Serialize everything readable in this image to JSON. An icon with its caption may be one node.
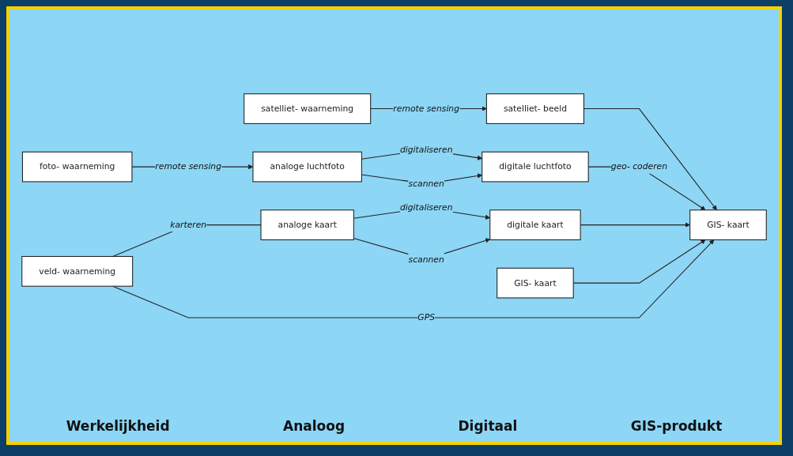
{
  "diagram": {
    "nodes": [
      {
        "text": [
          "satelliet- waarneming"
        ]
      },
      {
        "text": [
          "satelliet- beeld"
        ]
      },
      {
        "text": [
          "GIS- kaart"
        ]
      },
      {
        "text": [
          "foto- waarneming"
        ]
      },
      {
        "text": [
          "analoge luchtfoto"
        ]
      },
      {
        "text": [
          "digitale luchtfoto"
        ]
      },
      {
        "text": [
          "GIS- kaart"
        ]
      },
      {
        "text": [
          "analoge kaart"
        ]
      },
      {
        "text": [
          "digitale kaart"
        ]
      },
      {
        "text": [
          "veld- waarneming"
        ]
      }
    ],
    "edges": [
      {
        "from": 0,
        "to": 1,
        "arrow": "to",
        "label": "remote sensing"
      },
      {
        "from": 3,
        "to": 4,
        "arrow": "to",
        "label": "remote sensing"
      },
      {
        "from": 4,
        "to": 5,
        "arrow": "to",
        "label": "digitaliseren"
      },
      {
        "from": 4,
        "to": 5,
        "arrow": "to",
        "label": "scannen"
      },
      {
        "from": 1,
        "to": 6,
        "arrow": "to"
      },
      {
        "from": 5,
        "to": 6,
        "arrow": "to",
        "label": "geo- coderen"
      },
      {
        "from": 8,
        "to": 6,
        "arrow": "to"
      },
      {
        "from": 2,
        "to": 6,
        "arrow": "to"
      },
      {
        "from": 9,
        "to": 7,
        "arrow": "none",
        "label": "karteren"
      },
      {
        "from": 7,
        "to": 8,
        "arrow": "to",
        "label": "digitaliseren"
      },
      {
        "from": 7,
        "to": 8,
        "arrow": "to",
        "label": "scannen"
      },
      {
        "from": 9,
        "to": 6,
        "arrow": "to",
        "label": "GPS"
      }
    ],
    "labels": [
      "Werkelijkheid",
      "Analoog",
      "Digitaal",
      "GIS-produkt"
    ]
  }
}
